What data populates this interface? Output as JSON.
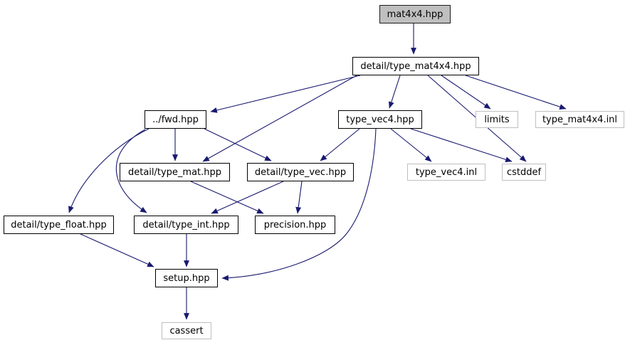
{
  "diagram": {
    "kind": "include-dependency-graph",
    "colors": {
      "background": "#ffffff",
      "edge": "#191970",
      "node_fill": "#ffffff",
      "root_node_fill": "#bfbfbf",
      "internal_node_border": "#000000",
      "external_node_border": "#bfbfbf",
      "text": "#000000"
    },
    "nodes": {
      "mat4x4_hpp": {
        "label": "mat4x4.hpp"
      },
      "detail_type_mat4x4_hpp": {
        "label": "detail/type_mat4x4.hpp"
      },
      "fwd_hpp": {
        "label": "../fwd.hpp"
      },
      "type_vec4_hpp": {
        "label": "type_vec4.hpp"
      },
      "limits": {
        "label": "limits"
      },
      "type_mat4x4_inl": {
        "label": "type_mat4x4.inl"
      },
      "detail_type_mat_hpp": {
        "label": "detail/type_mat.hpp"
      },
      "detail_type_vec_hpp": {
        "label": "detail/type_vec.hpp"
      },
      "type_vec4_inl": {
        "label": "type_vec4.inl"
      },
      "cstddef": {
        "label": "cstddef"
      },
      "detail_type_float_hpp": {
        "label": "detail/type_float.hpp"
      },
      "detail_type_int_hpp": {
        "label": "detail/type_int.hpp"
      },
      "precision_hpp": {
        "label": "precision.hpp"
      },
      "setup_hpp": {
        "label": "setup.hpp"
      },
      "cassert": {
        "label": "cassert"
      }
    },
    "edges": [
      {
        "from": "mat4x4.hpp",
        "to": "detail/type_mat4x4.hpp"
      },
      {
        "from": "detail/type_mat4x4.hpp",
        "to": "../fwd.hpp"
      },
      {
        "from": "detail/type_mat4x4.hpp",
        "to": "detail/type_mat.hpp"
      },
      {
        "from": "detail/type_mat4x4.hpp",
        "to": "type_vec4.hpp"
      },
      {
        "from": "detail/type_mat4x4.hpp",
        "to": "limits"
      },
      {
        "from": "detail/type_mat4x4.hpp",
        "to": "type_mat4x4.inl"
      },
      {
        "from": "detail/type_mat4x4.hpp",
        "to": "cstddef"
      },
      {
        "from": "../fwd.hpp",
        "to": "detail/type_mat.hpp"
      },
      {
        "from": "../fwd.hpp",
        "to": "detail/type_vec.hpp"
      },
      {
        "from": "../fwd.hpp",
        "to": "detail/type_float.hpp"
      },
      {
        "from": "../fwd.hpp",
        "to": "detail/type_int.hpp"
      },
      {
        "from": "type_vec4.hpp",
        "to": "detail/type_vec.hpp"
      },
      {
        "from": "type_vec4.hpp",
        "to": "type_vec4.inl"
      },
      {
        "from": "type_vec4.hpp",
        "to": "cstddef"
      },
      {
        "from": "type_vec4.hpp",
        "to": "setup.hpp"
      },
      {
        "from": "detail/type_mat.hpp",
        "to": "precision.hpp"
      },
      {
        "from": "detail/type_vec.hpp",
        "to": "precision.hpp"
      },
      {
        "from": "detail/type_vec.hpp",
        "to": "detail/type_int.hpp"
      },
      {
        "from": "detail/type_float.hpp",
        "to": "setup.hpp"
      },
      {
        "from": "detail/type_int.hpp",
        "to": "setup.hpp"
      },
      {
        "from": "setup.hpp",
        "to": "cassert"
      }
    ]
  }
}
